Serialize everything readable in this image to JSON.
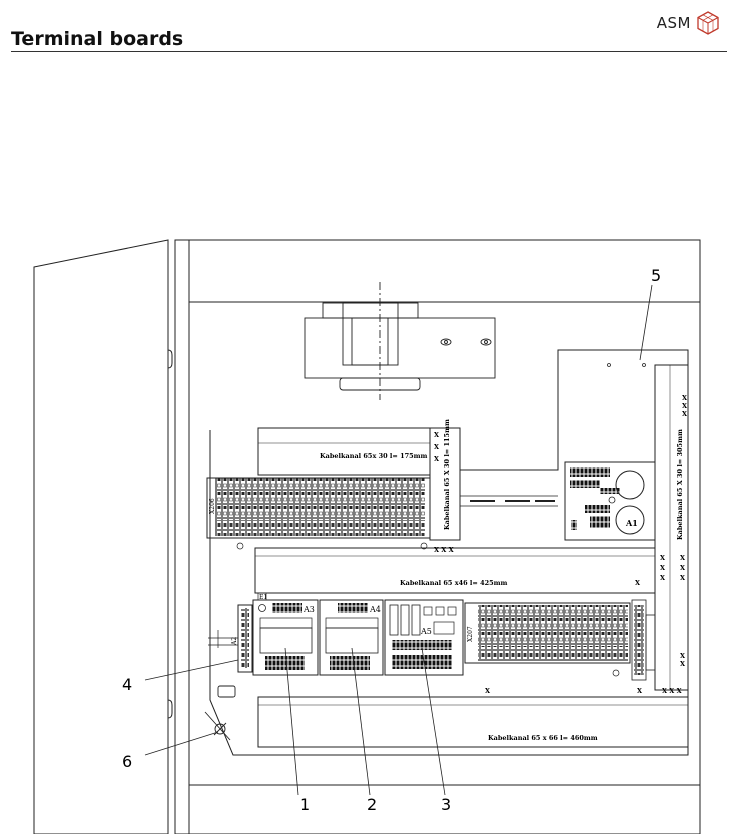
{
  "header": {
    "title": "Terminal boards",
    "logo_text": "ASM",
    "brand_color": "#c0392b"
  },
  "diagram": {
    "cable_ducts": {
      "top": "Kabelkanal  65x 30  l= 175mm",
      "vertical_small": "Kabelkanal  65 X 30  l= 115mm",
      "middle": "Kabelkanal  65 x46  l= 425mm",
      "bottom": "Kabelkanal  65 x 66  l= 460mm",
      "right_vertical": "Kabelkanal  65 X 30  l= 305mm"
    },
    "component_labels": {
      "a1": "A1",
      "a2": "A2",
      "a3": "A3",
      "a4": "A4",
      "a5": "A5",
      "x206": "X206",
      "x207": "X207",
      "e1": "E1"
    },
    "callouts": {
      "c1": "1",
      "c2": "2",
      "c3": "3",
      "c4": "4",
      "c5": "5",
      "c6": "6"
    },
    "x_mark": "X",
    "x_marks_row": "X  X  X",
    "x_marks_bottom": "X X X"
  }
}
